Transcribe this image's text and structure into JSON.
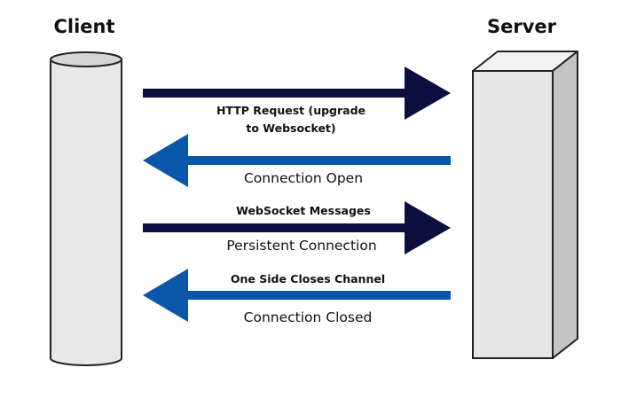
{
  "participants": {
    "client": "Client",
    "server": "Server"
  },
  "messages": [
    {
      "direction": "client-to-server",
      "label": "HTTP Request (upgrade to Websocket)",
      "label_weight": "bold",
      "color": "#0b0f3d"
    },
    {
      "direction": "server-to-client",
      "label": "Connection Open",
      "label_weight": "regular",
      "color": "#0a56a8"
    },
    {
      "direction": "client-to-server",
      "label": "WebSocket Messages",
      "sublabel": "Persistent Connection",
      "label_weight": "bold",
      "color": "#0b0f3d"
    },
    {
      "direction": "server-to-client",
      "label": "One Side Closes Channel",
      "sublabel": "Connection Closed",
      "label_weight": "bold",
      "color": "#0a56a8"
    }
  ],
  "colors": {
    "request_arrow": "#0b0f3d",
    "response_arrow": "#0a56a8",
    "client_cylinder_body": "#e8e8e8",
    "client_cylinder_top": "#d6d6d6",
    "server_front": "#e6e6e6",
    "server_top": "#f2f2f2",
    "server_side": "#c4c4c4",
    "outline": "#222222"
  }
}
